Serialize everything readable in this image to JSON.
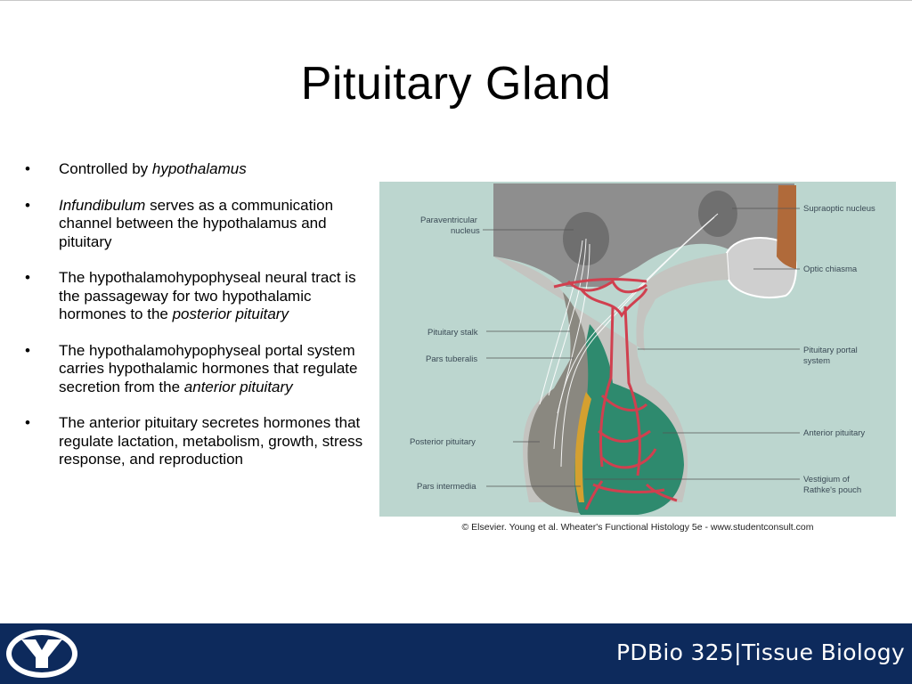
{
  "slide": {
    "title": "Pituitary Gland",
    "bullets": [
      {
        "parts": [
          {
            "text": "Controlled by ",
            "italic": false
          },
          {
            "text": "hypothalamus",
            "italic": true
          }
        ]
      },
      {
        "parts": [
          {
            "text": "Infundibulum",
            "italic": true
          },
          {
            "text": " serves as a communication channel between the hypothalamus and pituitary",
            "italic": false
          }
        ]
      },
      {
        "parts": [
          {
            "text": "The hypothalamohypophyseal neural tract is the passageway for two hypothalamic hormones to the ",
            "italic": false
          },
          {
            "text": "posterior pituitary",
            "italic": true
          }
        ]
      },
      {
        "parts": [
          {
            "text": "The hypothalamohypophyseal portal system carries hypothalamic hormones that regulate secretion from the ",
            "italic": false
          },
          {
            "text": "anterior pituitary",
            "italic": true
          }
        ]
      },
      {
        "parts": [
          {
            "text": "The anterior pituitary secretes hormones that regulate lactation, metabolism, growth, stress response, and reproduction",
            "italic": false
          }
        ]
      }
    ]
  },
  "figure": {
    "labels": {
      "paraventricular_1": "Paraventricular",
      "paraventricular_2": "nucleus",
      "supraoptic": "Supraoptic nucleus",
      "optic_chiasma": "Optic chiasma",
      "pituitary_stalk": "Pituitary stalk",
      "pars_tuberalis": "Pars tuberalis",
      "portal_1": "Pituitary portal",
      "portal_2": "system",
      "posterior_pituitary": "Posterior pituitary",
      "anterior_pituitary": "Anterior pituitary",
      "pars_intermedia": "Pars intermedia",
      "vestigium_1": "Vestigium of",
      "vestigium_2": "Rathke's pouch"
    },
    "credit": "© Elsevier. Young et al. Wheater's Functional Histology 5e - www.studentconsult.com",
    "colors": {
      "background": "#bcd6cf",
      "hypothalamus": "#8e8e8e",
      "anterior": "#2e8a6e",
      "posterior": "#8a8880",
      "vessels": "#d0404f"
    }
  },
  "footer": {
    "course": "PDBio 325|Tissue Biology",
    "logo_letter": "Y"
  }
}
